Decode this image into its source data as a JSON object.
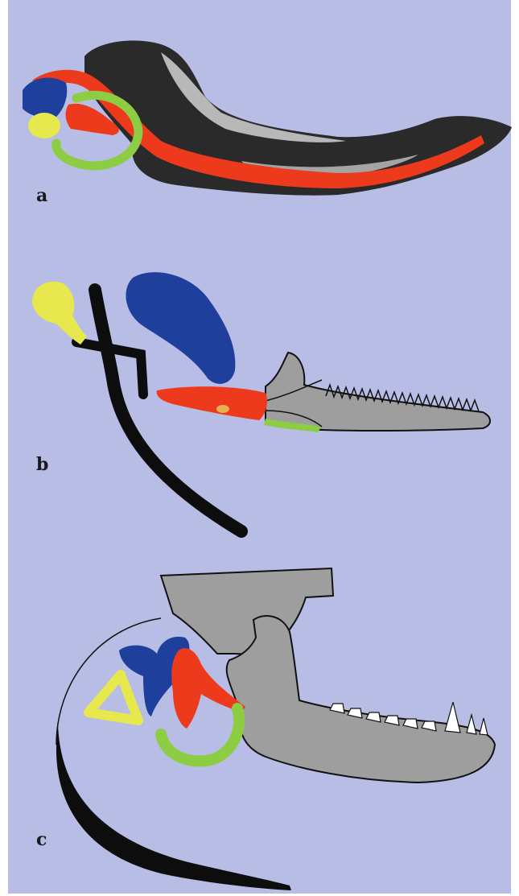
{
  "figure": {
    "panels": [
      {
        "label": "a"
      },
      {
        "label": "b"
      },
      {
        "label": "c"
      }
    ],
    "colors": {
      "background": "#b8bde6",
      "red": "#ee3a1c",
      "blue": "#1f3f9c",
      "yellow": "#e6e84e",
      "green": "#8ccd44",
      "bone_gray": "#9e9e9e",
      "black": "#0d0d0d"
    }
  }
}
